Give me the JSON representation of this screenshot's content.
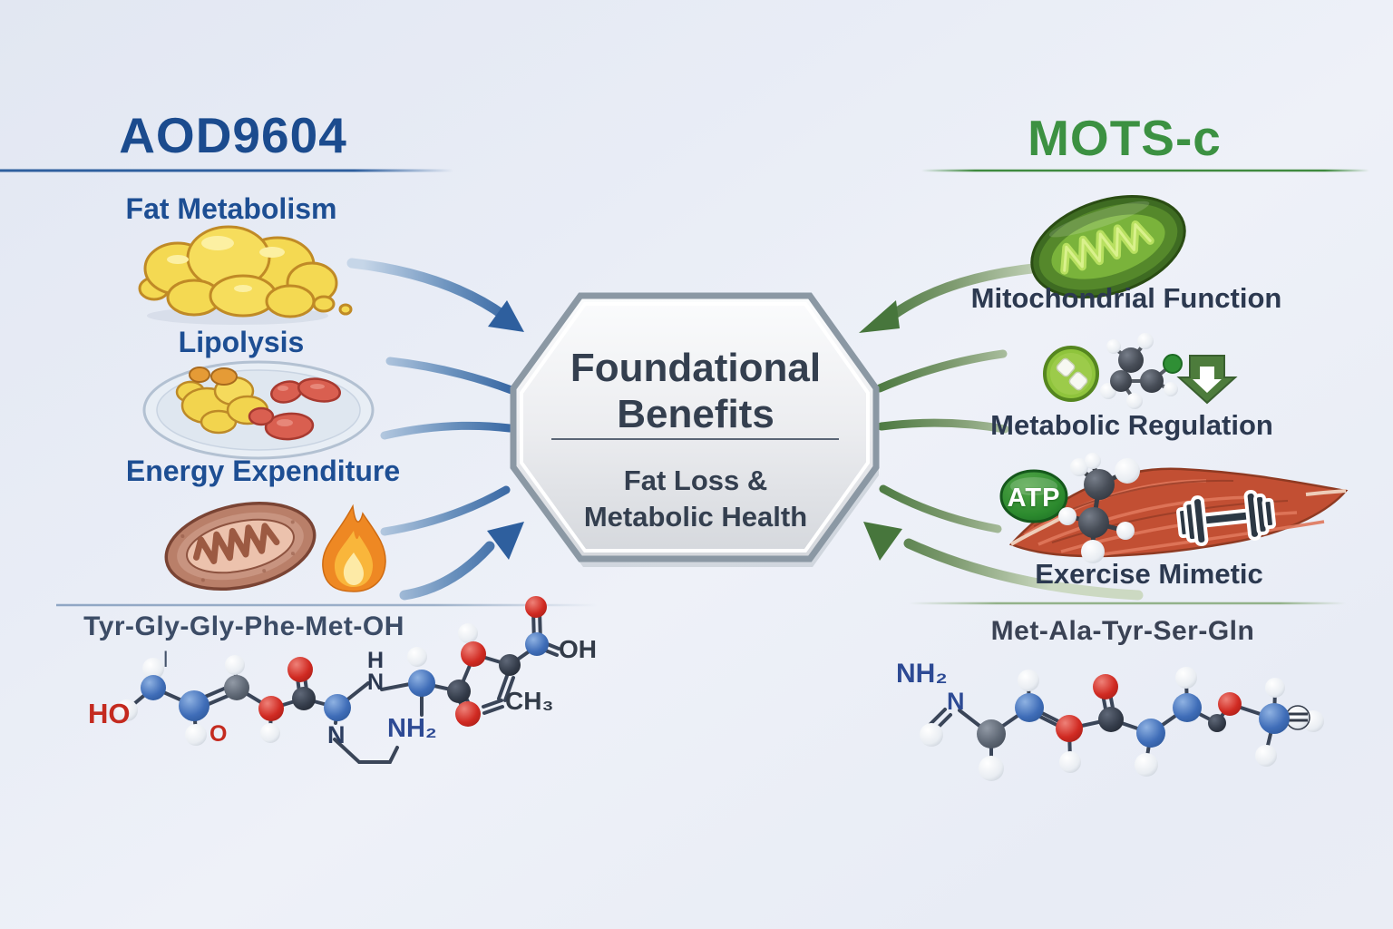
{
  "header": {
    "left_title": "AOD9604",
    "right_title": "MOTS-c"
  },
  "left_column": {
    "benefits": [
      "Fat Metabolism",
      "Lipolysis",
      "Energy Expenditure"
    ],
    "peptide_sequence": "Tyr-Gly-Gly-Phe-Met-OH",
    "molecule_labels": {
      "ho": "HO",
      "o": "O",
      "stray": "l",
      "n_lower": "N",
      "h_upper": "H",
      "n_upper": "N",
      "nh2": "NH₂",
      "ch3": "CH₃",
      "oh": "OH"
    }
  },
  "right_column": {
    "benefits": [
      "Mitochondrial Function",
      "Metabolic Regulation",
      "Exercise Mimetic"
    ],
    "atp_badge": "ATP",
    "peptide_sequence": "Met-Ala-Tyr-Ser-Gln",
    "molecule_labels": {
      "nh2": "NH₂",
      "n": "N"
    }
  },
  "center": {
    "title_line1": "Foundational",
    "title_line2": "Benefits",
    "subtitle_line1": "Fat Loss &",
    "subtitle_line2": "Metabolic Health"
  },
  "colors": {
    "left_accent": "#1b4b8e",
    "right_accent": "#3c9142",
    "dark_label": "#2c3950",
    "center_text": "#343f4f",
    "blue_arrow": "#2e5f9e",
    "green_arrow": "#47763c",
    "red_atom": "#d02a22",
    "blue_atom": "#3f6db8"
  }
}
